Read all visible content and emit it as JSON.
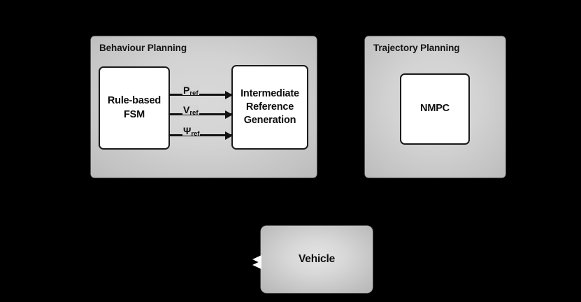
{
  "diagram": {
    "title": "Autonomous driving planning architecture block diagram",
    "background_color": "#000000",
    "panel_color": "#d3d3d3",
    "block_fill": "#ffffff",
    "line_color": "#111111"
  },
  "panels": [
    {
      "id": "behaviour-planning",
      "title": "Behaviour Planning"
    },
    {
      "id": "trajectory-planning",
      "title": "Trajectory Planning"
    }
  ],
  "blocks": {
    "fsm": {
      "label": "Rule-based\nFSM",
      "line1": "Rule-based",
      "line2": "FSM"
    },
    "irg": {
      "label": "Intermediate Reference Generation",
      "line1": "Intermediate",
      "line2": "Reference",
      "line3": "Generation"
    },
    "nmpc": {
      "label": "NMPC"
    },
    "vehicle": {
      "label": "Vehicle"
    }
  },
  "signals": [
    {
      "id": "p-ref",
      "symbol": "P",
      "subscript": "ref"
    },
    {
      "id": "v-ref",
      "symbol": "V",
      "subscript": "ref"
    },
    {
      "id": "psi-ref",
      "symbol": "Ψ",
      "subscript": "ref"
    }
  ],
  "feedback": {
    "name": "vehicle-feedback-arrows",
    "count": 2,
    "direction": "left",
    "color": "#ffffff"
  }
}
